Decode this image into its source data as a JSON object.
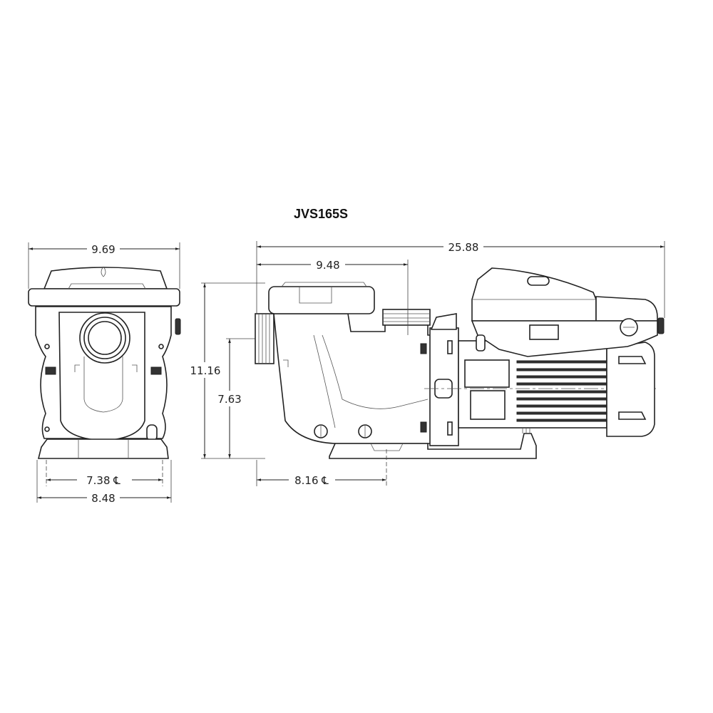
{
  "title": "JVS165S",
  "front_view": {
    "width_top": "9.69",
    "base_mount_centerline": "7.38 ℄",
    "base_width": "8.48"
  },
  "side_view": {
    "overall_length": "25.88",
    "pot_length": "9.48",
    "base_mount_centerline": "8.16 ℄",
    "overall_height": "11.16",
    "inlet_height": "7.63"
  },
  "colors": {
    "line": "#222222",
    "background": "#ffffff"
  }
}
